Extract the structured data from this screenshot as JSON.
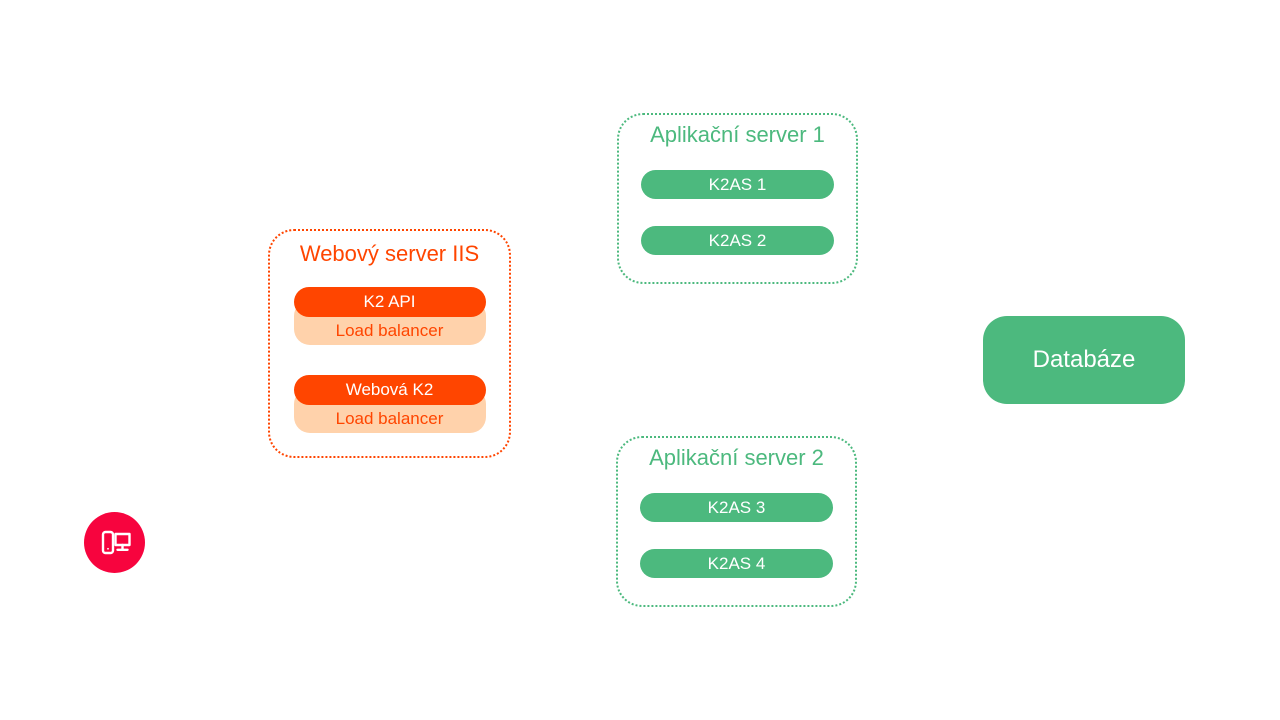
{
  "client": {
    "icon": "devices-icon",
    "color": "#f7043e"
  },
  "web_server": {
    "title": "Webový server IIS",
    "accent": "#ff4500",
    "accent_light": "#ffd2ab",
    "groups": [
      {
        "service": "K2 API",
        "layer": "Load balancer"
      },
      {
        "service": "Webová K2",
        "layer": "Load balancer"
      }
    ]
  },
  "app_servers": [
    {
      "title": "Aplikační server 1",
      "nodes": [
        "K2AS 1",
        "K2AS 2"
      ]
    },
    {
      "title": "Aplikační server 2",
      "nodes": [
        "K2AS 3",
        "K2AS 4"
      ]
    }
  ],
  "database": {
    "label": "Databáze",
    "color": "#4cb97e"
  }
}
